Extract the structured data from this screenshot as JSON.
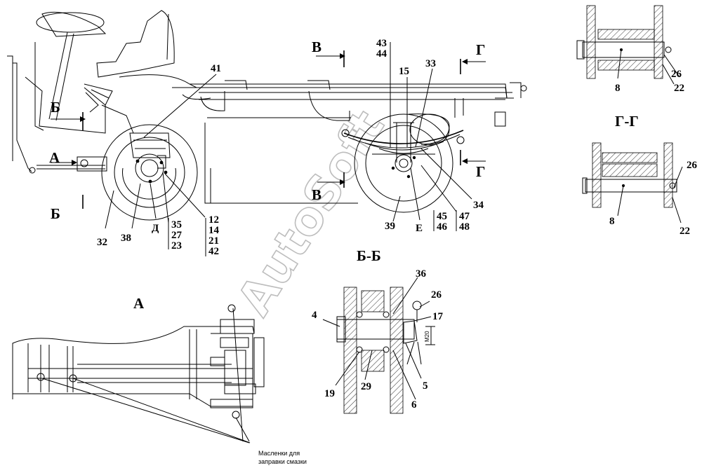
{
  "watermark": "AutoSoft",
  "section_markers": {
    "A": "А",
    "B": "Б",
    "V": "В",
    "G": "Г"
  },
  "view_titles": {
    "view_a": "А",
    "section_bb": "Б-Б",
    "section_gg": "Г-Г"
  },
  "main_view": {
    "callouts": {
      "c41": "41",
      "c32": "32",
      "c38": "38",
      "cD": "Д",
      "g1_1": "35",
      "g1_2": "27",
      "g1_3": "23",
      "g2_1": "12",
      "g2_2": "14",
      "g2_3": "21",
      "g2_4": "42",
      "g3_1": "43",
      "g3_2": "44",
      "c15": "15",
      "c33": "33",
      "c34": "34",
      "c39": "39",
      "cE": "Е",
      "g4_1": "45",
      "g4_2": "46",
      "g5_1": "47",
      "g5_2": "48"
    }
  },
  "section_bb": {
    "callouts": {
      "c36": "36",
      "c26": "26",
      "c17": "17",
      "c4": "4",
      "c19": "19",
      "c29": "29",
      "c5": "5",
      "c6": "6"
    },
    "dimension": "M20"
  },
  "top_right": {
    "callouts": {
      "c8": "8",
      "c26": "26",
      "c22": "22"
    }
  },
  "section_gg": {
    "callouts": {
      "c26": "26",
      "c8": "8",
      "c22": "22"
    }
  },
  "lubrication_note": {
    "line1": "Масленки для",
    "line2": "заправки смазки"
  }
}
